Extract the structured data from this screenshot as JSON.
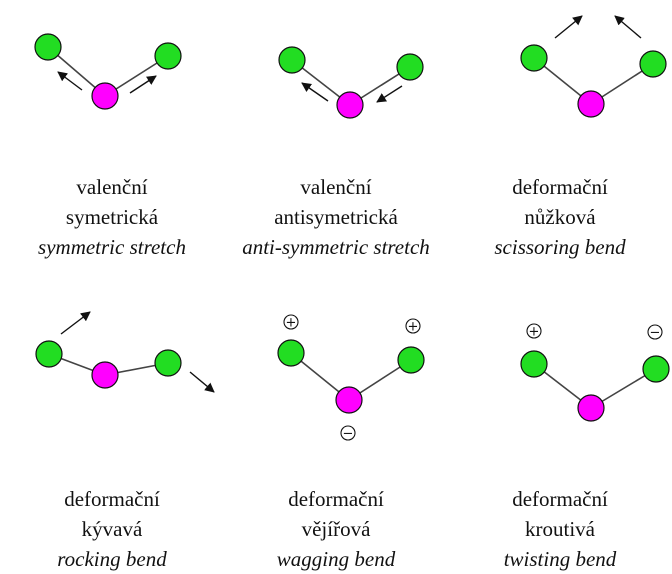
{
  "colors": {
    "atom_outer": "#22dd22",
    "atom_center": "#ff00ff",
    "atom_stroke": "#111111",
    "bond": "#444444",
    "arrow": "#111111",
    "text": "#111111"
  },
  "modes": [
    {
      "id": "symmetric-stretch",
      "cz_line1": "valenční",
      "cz_line2": "symetrická",
      "en": "symmetric stretch"
    },
    {
      "id": "anti-symmetric-stretch",
      "cz_line1": "valenční",
      "cz_line2": "antisymetrická",
      "en": "anti-symmetric stretch"
    },
    {
      "id": "scissoring-bend",
      "cz_line1": "deformační",
      "cz_line2": "nůžková",
      "en": "scissoring bend"
    },
    {
      "id": "rocking-bend",
      "cz_line1": "deformační",
      "cz_line2": "kývavá",
      "en": "rocking bend"
    },
    {
      "id": "wagging-bend",
      "cz_line1": "deformační",
      "cz_line2": "vějířová",
      "en": "wagging bend"
    },
    {
      "id": "twisting-bend",
      "cz_line1": "deformační",
      "cz_line2": "kroutivá",
      "en": "twisting bend"
    }
  ],
  "symbols": {
    "plus": "+",
    "minus": "−"
  }
}
